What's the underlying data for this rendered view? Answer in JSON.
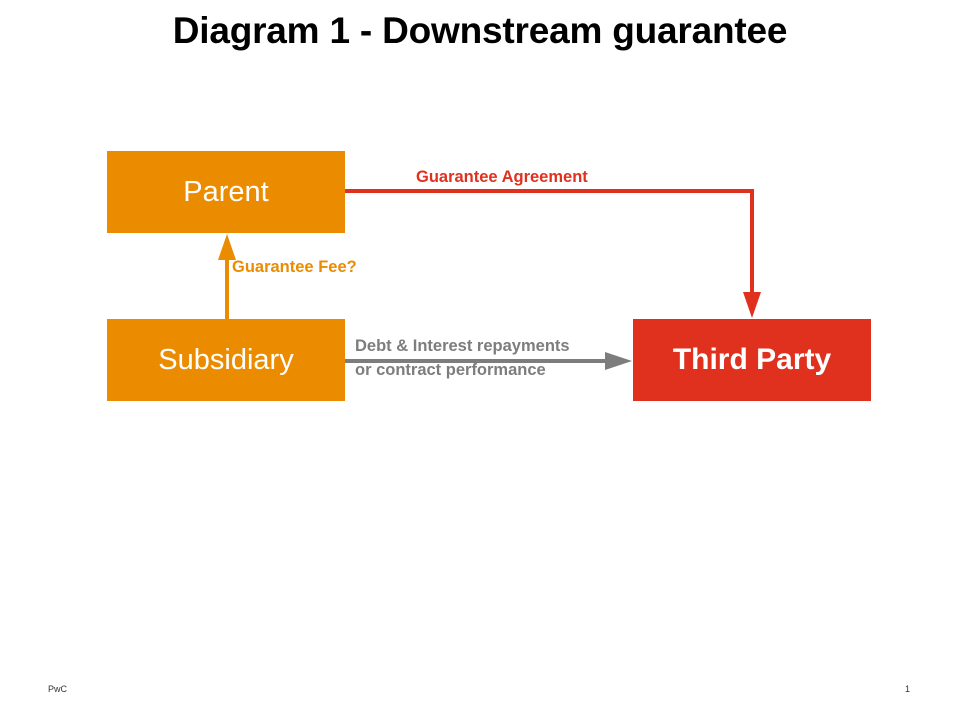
{
  "title": "Diagram 1 - Downstream guarantee",
  "colors": {
    "orange": "#eb8c00",
    "red": "#e0301e",
    "gray": "#7d7d7d"
  },
  "nodes": {
    "parent": "Parent",
    "subsidiary": "Subsidiary",
    "third_party": "Third Party"
  },
  "edges": {
    "guarantee_agreement": {
      "label": "Guarantee Agreement",
      "from": "Parent",
      "to": "Third Party"
    },
    "guarantee_fee": {
      "label": "Guarantee Fee?",
      "from": "Subsidiary",
      "to": "Parent"
    },
    "repayments": {
      "label_line1": "Debt & Interest repayments",
      "label_line2": "or contract performance",
      "from": "Subsidiary",
      "to": "Third Party"
    }
  },
  "footer": {
    "left": "PwC",
    "page_number": "1"
  }
}
